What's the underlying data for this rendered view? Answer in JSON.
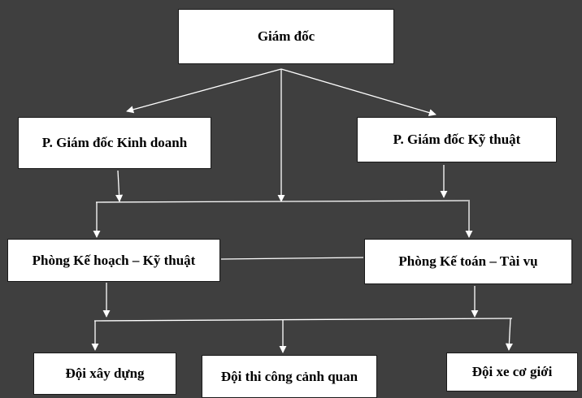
{
  "colors": {
    "background": "#3f3f3f",
    "box_fill": "#ffffff",
    "connector": "#ffffff",
    "text": "#000000"
  },
  "nodes": {
    "director": "Giám đốc",
    "vp_business": "P. Giám đốc Kinh doanh",
    "vp_technical": "P. Giám đốc Kỹ thuật",
    "planning_technical": "Phòng Kế hoạch – Kỹ thuật",
    "accounting_finance": "Phòng Kế toán – Tài vụ",
    "construction_team": "Đội xây dựng",
    "landscape_team": "Đội thi công cảnh quan",
    "vehicle_team": "Đội xe cơ giới"
  }
}
